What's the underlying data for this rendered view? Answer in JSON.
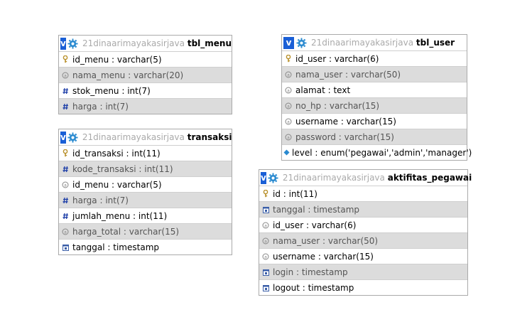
{
  "db_name": "21dinaarimayakasirjava",
  "colors": {
    "v_button": "#1a5fd6",
    "alt_row": "#dcdcdc",
    "border": "#aaaaaa",
    "key_icon": "#c9a93a",
    "num_icon": "#1e3fa8"
  },
  "tables": {
    "tbl_menu": {
      "name": "tbl_menu",
      "columns": [
        {
          "name": "id_menu",
          "type": "varchar(5)",
          "icon": "key-icon"
        },
        {
          "name": "nama_menu",
          "type": "varchar(20)",
          "icon": "text-icon"
        },
        {
          "name": "stok_menu",
          "type": "int(7)",
          "icon": "hash-icon"
        },
        {
          "name": "harga",
          "type": "int(7)",
          "icon": "hash-icon"
        }
      ]
    },
    "transaksi": {
      "name": "transaksi",
      "columns": [
        {
          "name": "id_transaksi",
          "type": "int(11)",
          "icon": "key-icon"
        },
        {
          "name": "kode_transaksi",
          "type": "int(11)",
          "icon": "hash-icon"
        },
        {
          "name": "id_menu",
          "type": "varchar(5)",
          "icon": "text-icon"
        },
        {
          "name": "harga",
          "type": "int(7)",
          "icon": "hash-icon"
        },
        {
          "name": "jumlah_menu",
          "type": "int(11)",
          "icon": "hash-icon"
        },
        {
          "name": "harga_total",
          "type": "varchar(15)",
          "icon": "text-icon"
        },
        {
          "name": "tanggal",
          "type": "timestamp",
          "icon": "calendar-icon"
        }
      ]
    },
    "tbl_user": {
      "name": "tbl_user",
      "columns": [
        {
          "name": "id_user",
          "type": "varchar(6)",
          "icon": "key-icon"
        },
        {
          "name": "nama_user",
          "type": "varchar(50)",
          "icon": "text-icon"
        },
        {
          "name": "alamat",
          "type": "text",
          "icon": "text-icon"
        },
        {
          "name": "no_hp",
          "type": "varchar(15)",
          "icon": "text-icon"
        },
        {
          "name": "username",
          "type": "varchar(15)",
          "icon": "text-icon"
        },
        {
          "name": "password",
          "type": "varchar(15)",
          "icon": "text-icon"
        },
        {
          "name": "level",
          "type": "enum('pegawai','admin','manager')",
          "icon": "enum-icon"
        }
      ]
    },
    "aktifitas_pegawai": {
      "name": "aktifitas_pegawai",
      "columns": [
        {
          "name": "id",
          "type": "int(11)",
          "icon": "key-icon"
        },
        {
          "name": "tanggal",
          "type": "timestamp",
          "icon": "calendar-icon"
        },
        {
          "name": "id_user",
          "type": "varchar(6)",
          "icon": "text-icon"
        },
        {
          "name": "nama_user",
          "type": "varchar(50)",
          "icon": "text-icon"
        },
        {
          "name": "username",
          "type": "varchar(15)",
          "icon": "text-icon"
        },
        {
          "name": "login",
          "type": "timestamp",
          "icon": "calendar-icon"
        },
        {
          "name": "logout",
          "type": "timestamp",
          "icon": "calendar-icon"
        }
      ]
    }
  }
}
